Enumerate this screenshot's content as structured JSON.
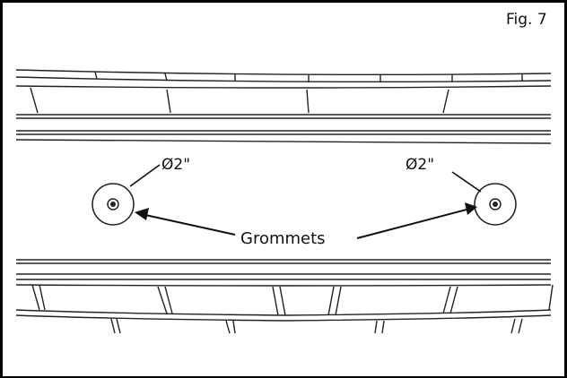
{
  "figure_label": "Fig. 7",
  "dimension_left": "Ø2\"",
  "dimension_right": "Ø2\"",
  "callout": "Grommets",
  "colors": {
    "line": "#111111",
    "background": "#ffffff",
    "frame": "#000000"
  }
}
